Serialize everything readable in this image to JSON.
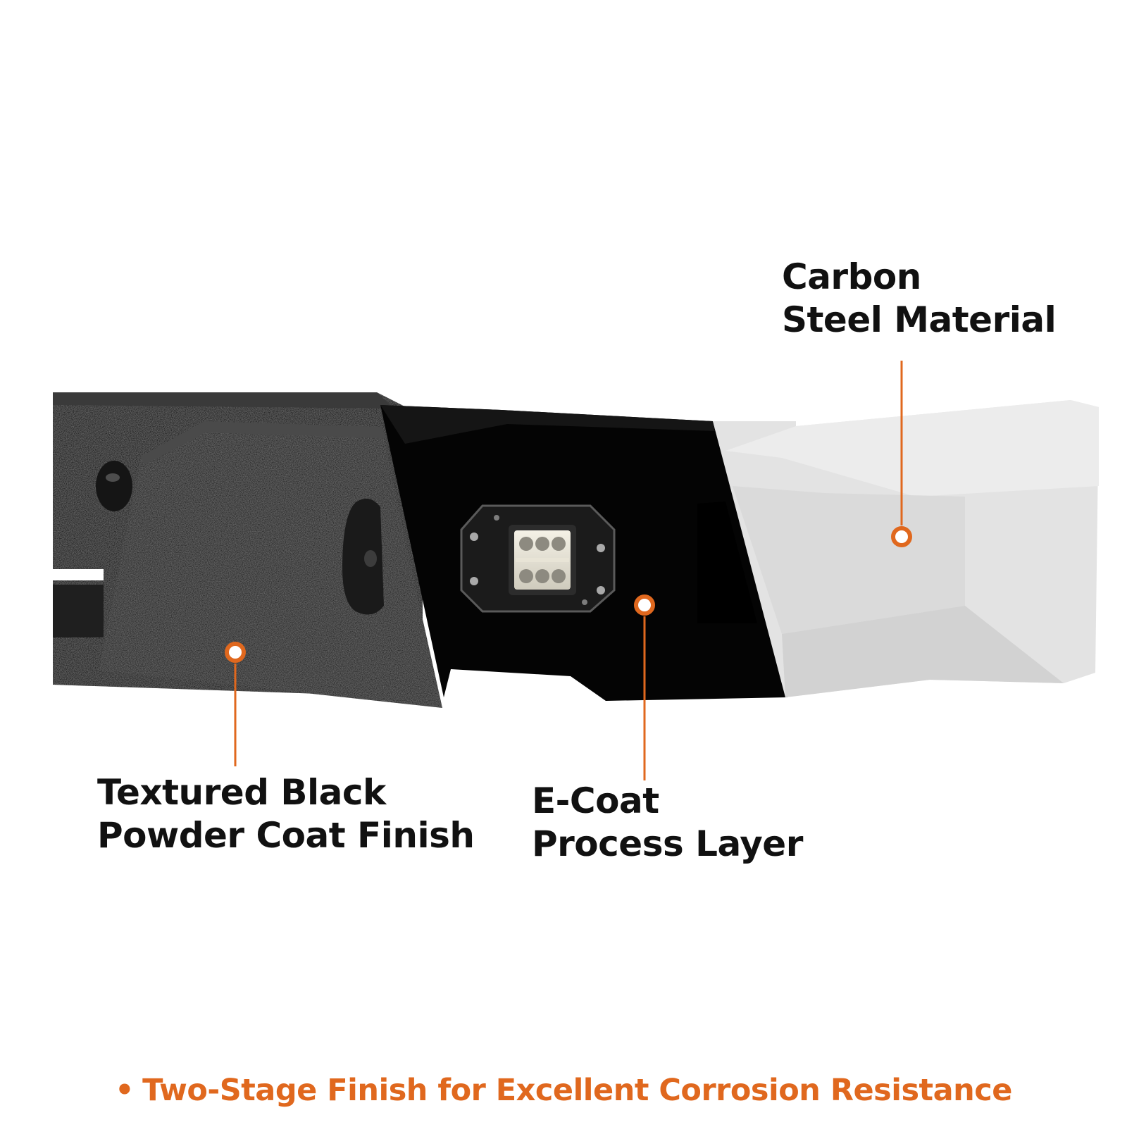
{
  "callouts": {
    "carbon_steel": {
      "line1": "Carbon",
      "line2": "Steel Material"
    },
    "textured_black": {
      "line1": "Textured Black",
      "line2": "Powder Coat Finish"
    },
    "e_coat": {
      "line1": "E-Coat",
      "line2": "Process Layer"
    }
  },
  "caption": {
    "bullet": "•",
    "text": "Two-Stage Finish for Excellent Corrosion Resistance"
  },
  "colors": {
    "accent": "#e0681e",
    "label_text": "#111111",
    "background": "#ffffff",
    "textured_black": "#2b2b2b",
    "e_coat_black": "#050505",
    "carbon_steel_grey": "#e2e2e2"
  },
  "icons": {
    "callout_marker": "ring-dot-icon",
    "light": "led-work-light-icon"
  }
}
